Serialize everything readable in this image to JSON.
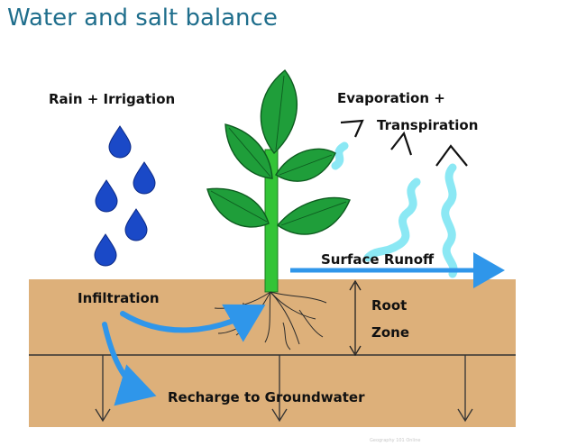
{
  "header": {
    "title": "Water and salt balance"
  },
  "diagram": {
    "labels": {
      "rain_irrigation": "Rain + Irrigation",
      "evaporation": "Evaporation +",
      "transpiration": "Transpiration",
      "surface_runoff": "Surface Runoff",
      "infiltration": "Infiltration",
      "root": "Root",
      "zone": "Zone",
      "recharge": "Recharge to Groundwater"
    },
    "colors": {
      "sky": "#ffffff",
      "soil": "#ddb07a",
      "rain_drop": "#1a49c7",
      "leaf": "#1f9e3a",
      "stem": "#33c437",
      "vapor": "#8be8f4",
      "water_arrow": "#2f96ea",
      "roots": "#2b2b2b"
    },
    "credit": "Geography 101 Online"
  }
}
